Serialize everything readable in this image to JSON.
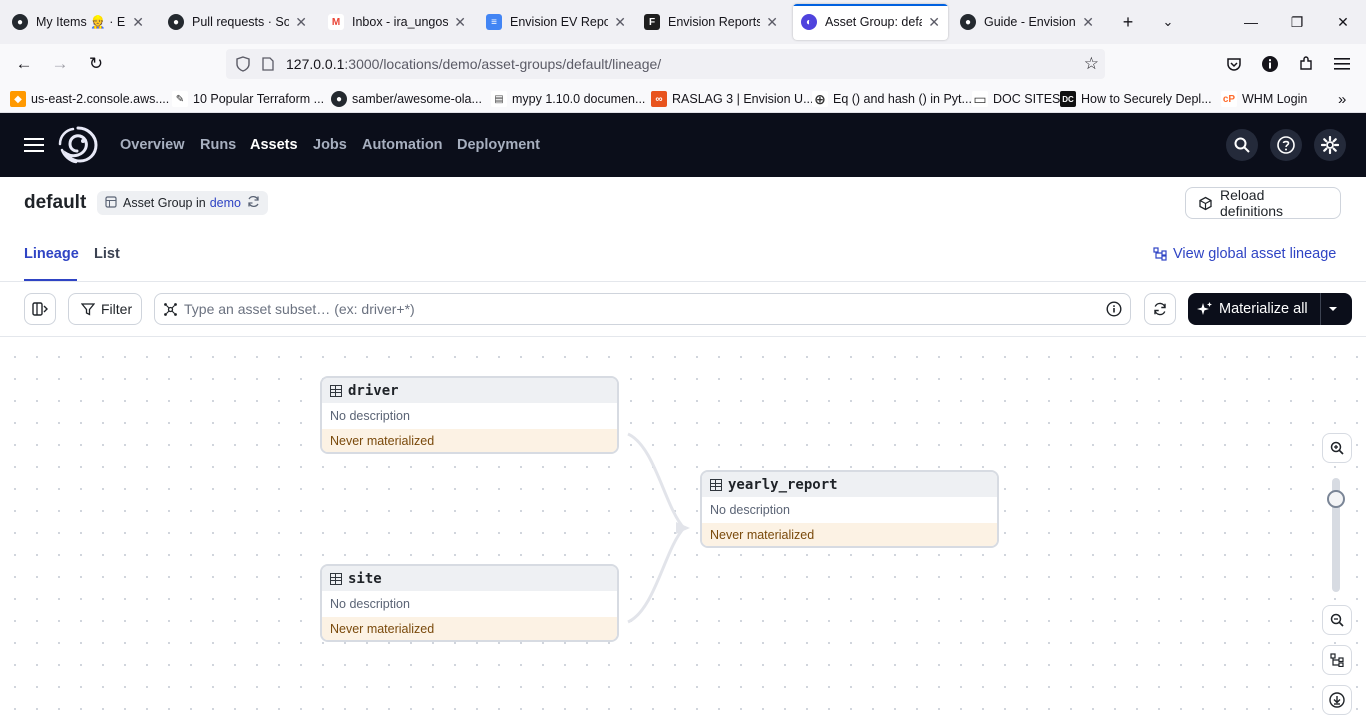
{
  "browser": {
    "tabs": [
      {
        "title": "My Items 👷 · Envis",
        "fav_color": "#24292f",
        "fav_glyph": "●"
      },
      {
        "title": "Pull requests · Soler",
        "fav_color": "#24292f",
        "fav_glyph": "●"
      },
      {
        "title": "Inbox - ira_ungos@",
        "fav_color": "#ea4335",
        "fav_glyph": "M"
      },
      {
        "title": "Envision EV Report",
        "fav_color": "#4285f4",
        "fav_glyph": "≡"
      },
      {
        "title": "Envision Reports –",
        "fav_color": "#1e1e1e",
        "fav_glyph": "F"
      },
      {
        "title": "Asset Group: defau",
        "fav_color": "#4f43dd",
        "fav_glyph": "◐"
      },
      {
        "title": "Guide - Envision EV",
        "fav_color": "#24292f",
        "fav_glyph": "●"
      }
    ],
    "url_host": "127.0.0.1",
    "url_rest": ":3000/locations/demo/asset-groups/default/lineage/",
    "bookmarks": [
      {
        "label": "us-east-2.console.aws....",
        "fav_color": "#ff9900",
        "fav_glyph": "◆"
      },
      {
        "label": "10 Popular Terraform ...",
        "fav_color": "#444444",
        "fav_glyph": "✎"
      },
      {
        "label": "samber/awesome-ola...",
        "fav_color": "#24292f",
        "fav_glyph": "●"
      },
      {
        "label": "mypy 1.10.0 documen...",
        "fav_color": "#555555",
        "fav_glyph": "▤"
      },
      {
        "label": "RASLAG 3 | Envision U...",
        "fav_color": "#e8531d",
        "fav_glyph": "∞"
      },
      {
        "label": "Eq () and hash () in Pyt...",
        "fav_color": "#666666",
        "fav_glyph": "⊕"
      },
      {
        "label": "DOC SITES",
        "fav_color": "#666666",
        "fav_glyph": "▭"
      },
      {
        "label": "How to Securely Depl...",
        "fav_color": "#111111",
        "fav_glyph": "DC"
      },
      {
        "label": "WHM Login",
        "fav_color": "#ff6c2c",
        "fav_glyph": "cP"
      }
    ]
  },
  "app": {
    "nav": [
      "Overview",
      "Runs",
      "Assets",
      "Jobs",
      "Automation",
      "Deployment"
    ],
    "active_nav": "Assets"
  },
  "page": {
    "title": "default",
    "badge_prefix": "Asset Group in",
    "badge_location": "demo",
    "reload_label": "Reload definitions",
    "tabs": [
      "Lineage",
      "List"
    ],
    "global_lineage_label": "View global asset lineage",
    "filter_label": "Filter",
    "subset_placeholder": "Type an asset subset… (ex: driver+*)",
    "materialize_label": "Materialize all"
  },
  "graph": {
    "nodes": [
      {
        "name": "driver",
        "description": "No description",
        "status": "Never materialized"
      },
      {
        "name": "yearly_report",
        "description": "No description",
        "status": "Never materialized"
      },
      {
        "name": "site",
        "description": "No description",
        "status": "Never materialized"
      }
    ]
  },
  "colors": {
    "accent": "#2f44c4",
    "header_bg": "#0b0e1a",
    "status_bg": "#fcf2e4"
  }
}
